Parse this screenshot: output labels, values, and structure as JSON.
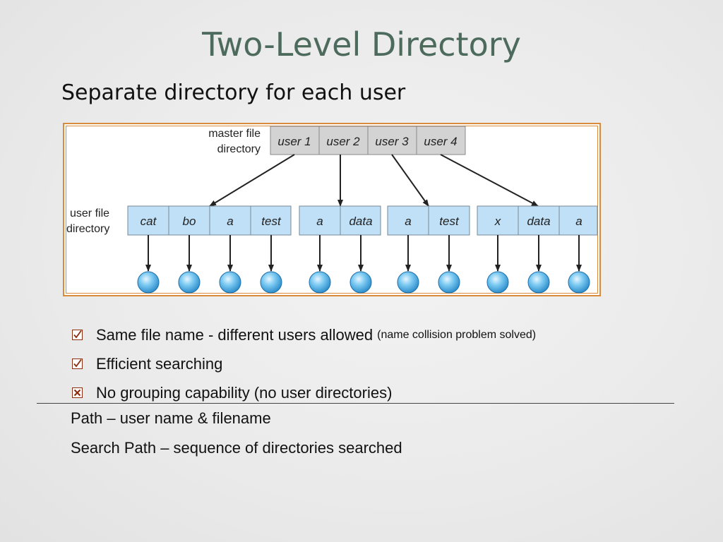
{
  "slide": {
    "title": "Two-Level Directory",
    "subtitle": "Separate directory for each user"
  },
  "diagram": {
    "master_label_line1": "master file",
    "master_label_line2": "directory",
    "user_label_line1": "user file",
    "user_label_line2": "directory",
    "master_entries": [
      "user 1",
      "user 2",
      "user 3",
      "user 4"
    ],
    "user_directories": [
      [
        "cat",
        "bo",
        "a",
        "test"
      ],
      [
        "a",
        "data"
      ],
      [
        "a",
        "test"
      ],
      [
        "x",
        "data",
        "a"
      ]
    ],
    "colors": {
      "master_cell": "#d3d3d3",
      "user_cell": "#bfe0f7",
      "file_node": "#5fb8ea",
      "frame": "#d98a3a"
    }
  },
  "bullets": [
    {
      "icon": "check-box-icon",
      "text": "Same  file name - different users allowed",
      "note": "(name collision problem solved)"
    },
    {
      "icon": "check-box-icon",
      "text": "Efficient searching",
      "note": ""
    },
    {
      "icon": "cross-box-icon",
      "text": "No grouping capability (no user directories)",
      "note": ""
    }
  ],
  "lines": {
    "path": "Path – user name & filename",
    "search_path": "Search Path – sequence of directories searched"
  }
}
